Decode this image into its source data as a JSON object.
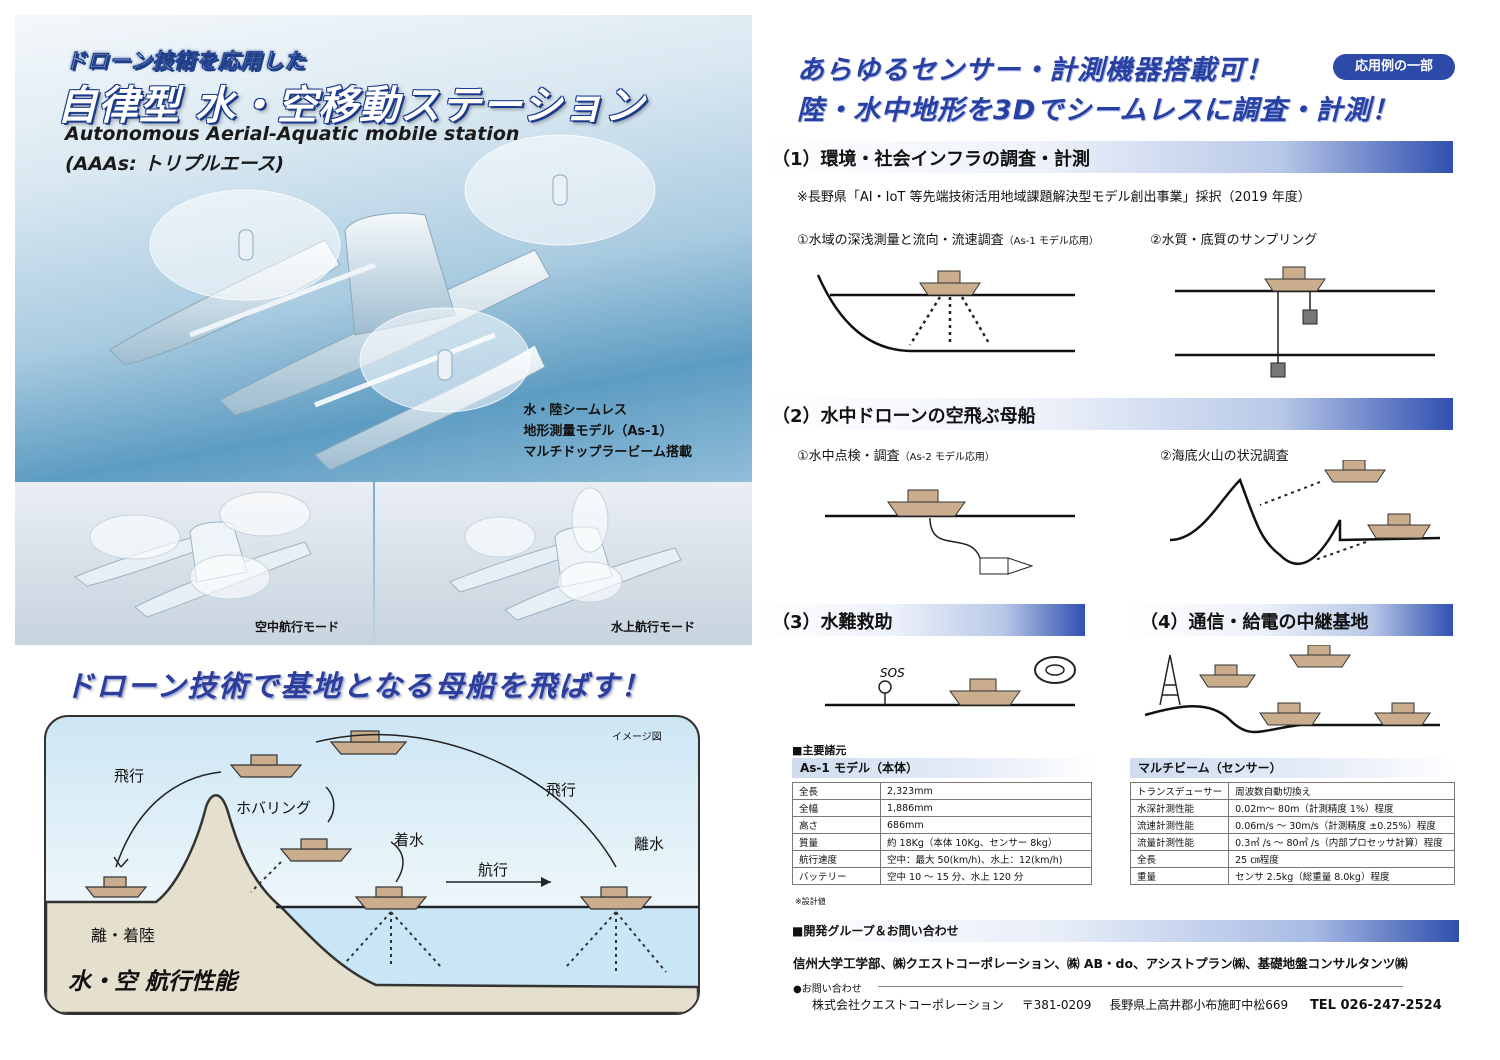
{
  "hero": {
    "kicker": "ドローン技術を応用した",
    "title": "自律型 水・空移動ステーション",
    "title_en": "Autonomous Aerial-Aquatic mobile station",
    "title_abbr": "(AAAs: トリプルエース)",
    "caption": [
      "水・陸シームレス",
      "地形測量モデル（As-1）",
      "マルチドップラービーム搭載"
    ],
    "mode_air": "空中航行モード",
    "mode_water": "水上航行モード"
  },
  "slogan": "ドローン技術で基地となる母船を飛ばす！",
  "scene": {
    "image_label": "イメージ図",
    "fly_left": "飛行",
    "fly_right": "飛行",
    "hover": "ホバリング",
    "splash": "着水",
    "cruise": "航行",
    "takeoff": "離水",
    "land": "離・着陸",
    "caption": "水・空 航行性能"
  },
  "right": {
    "headline1": "あらゆるセンサー・計測機器搭載可！",
    "headline2": "陸・水中地形を3Dでシームレスに調査・計測！",
    "badge": "応用例の一部",
    "sec1": {
      "title": "（1）環境・社会インフラの調査・計測",
      "note": "※長野県「AI・IoT 等先端技術活用地域課題解決型モデル創出事業」採択（2019 年度）",
      "sub1": "①水域の深浅測量と流向・流速調査",
      "sub1_small": "（As-1 モデル応用）",
      "sub2": "②水質・底質のサンプリング"
    },
    "sec2": {
      "title": "（2）水中ドローンの空飛ぶ母船",
      "sub1": "①水中点検・調査",
      "sub1_small": "（As-2 モデル応用）",
      "sub2": "②海底火山の状況調査"
    },
    "sec3": {
      "title": "（3）水難救助",
      "sos": "SOS"
    },
    "sec4": {
      "title": "（4）通信・給電の中継基地"
    }
  },
  "specs": {
    "heading": "■主要諸元",
    "body_title": "As-1 モデル（本体）",
    "body_rows": [
      [
        "全長",
        "2,323mm"
      ],
      [
        "全幅",
        "1,886mm"
      ],
      [
        "高さ",
        "686mm"
      ],
      [
        "質量",
        "約 18Kg（本体 10Kg、センサー 8kg）"
      ],
      [
        "航行速度",
        "空中：最大 50(km/h)、水上：12(km/h)"
      ],
      [
        "バッテリー",
        "空中 10 ～ 15 分、水上 120 分"
      ]
    ],
    "footnote": "※設計値",
    "sensor_title": "マルチビーム（センサー）",
    "sensor_rows": [
      [
        "トランスデューサー",
        "周波数自動切換え"
      ],
      [
        "水深計測性能",
        "0.02m～ 80m（計測精度 1%）程度"
      ],
      [
        "流速計測性能",
        "0.06m/s ～ 30m/s（計測精度 ±0.25%）程度"
      ],
      [
        "流量計測性能",
        "0.3㎥ /s ～ 80㎥ /s（内部プロセッサ計算）程度"
      ],
      [
        "全長",
        "25 ㎝程度"
      ],
      [
        "重量",
        "センサ 2.5kg（総重量 8.0kg）程度"
      ]
    ]
  },
  "development": {
    "title": "■開発グループ＆お問い合わせ",
    "members": "信州大学工学部、㈱クエストコーポレーション、㈱ AB・do、アシストプラン㈱、基礎地盤コンサルタンツ㈱",
    "contact_heading": "●お問い合わせ",
    "company": "株式会社クエストコーポレーション",
    "postal": "〒381-0209",
    "address": "長野県上高井郡小布施町中松669",
    "tel": "TEL 026-247-2524"
  }
}
